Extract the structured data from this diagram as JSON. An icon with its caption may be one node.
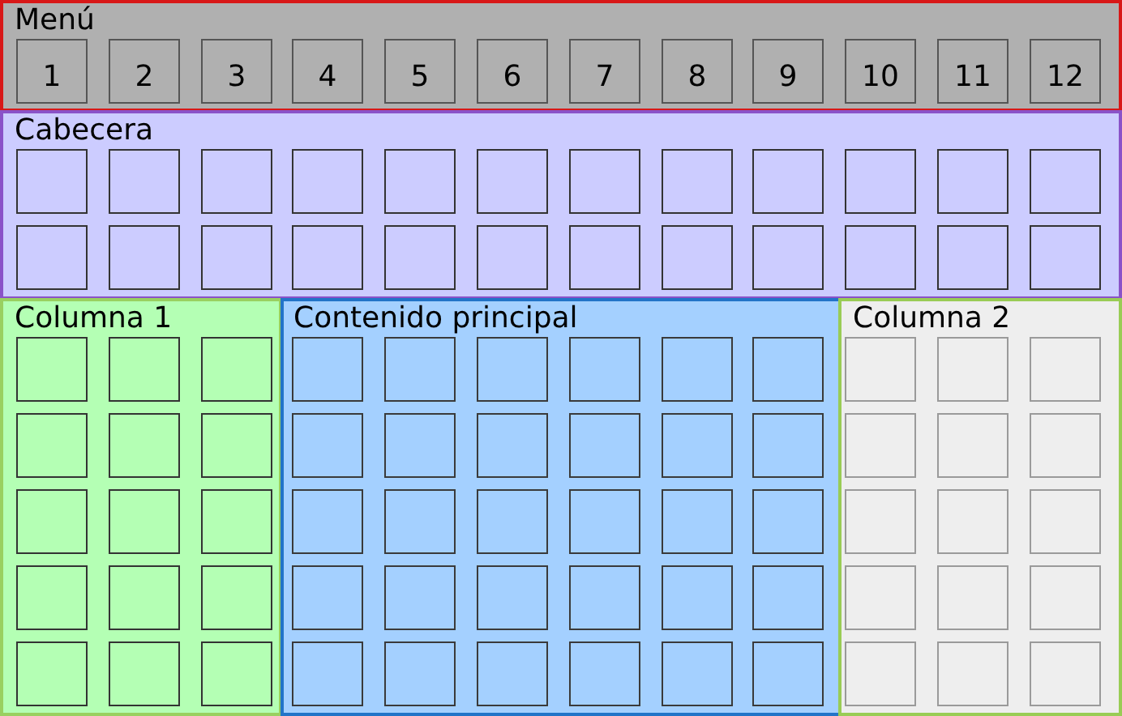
{
  "diagram": {
    "nodes": [
      {
        "text": [
          "Menú"
        ]
      },
      {
        "text": [
          "1"
        ],
        "in": 0
      },
      {
        "text": [
          "2"
        ],
        "in": 0
      },
      {
        "text": [
          "3"
        ],
        "in": 0
      },
      {
        "text": [
          "4"
        ],
        "in": 0
      },
      {
        "text": [
          "5"
        ],
        "in": 0
      },
      {
        "text": [
          "6"
        ],
        "in": 0
      },
      {
        "text": [
          "7"
        ],
        "in": 0
      },
      {
        "text": [
          "8"
        ],
        "in": 0
      },
      {
        "text": [
          "9"
        ],
        "in": 0
      },
      {
        "text": [
          "10"
        ],
        "in": 0
      },
      {
        "text": [
          "11"
        ],
        "in": 0
      },
      {
        "text": [
          "12"
        ],
        "in": 0
      },
      {
        "text": [
          "Cabecera"
        ]
      },
      {
        "text": [],
        "shape": "box",
        "in": 13
      },
      {
        "text": [],
        "shape": "box",
        "in": 13
      },
      {
        "text": [],
        "shape": "box",
        "in": 13
      },
      {
        "text": [],
        "shape": "box",
        "in": 13
      },
      {
        "text": [],
        "shape": "box",
        "in": 13
      },
      {
        "text": [],
        "shape": "box",
        "in": 13
      },
      {
        "text": [],
        "shape": "box",
        "in": 13
      },
      {
        "text": [],
        "shape": "box",
        "in": 13
      },
      {
        "text": [],
        "shape": "box",
        "in": 13
      },
      {
        "text": [],
        "shape": "box",
        "in": 13
      },
      {
        "text": [],
        "shape": "box",
        "in": 13
      },
      {
        "text": [],
        "shape": "box",
        "in": 13
      },
      {
        "text": [],
        "shape": "box",
        "in": 13
      },
      {
        "text": [],
        "shape": "box",
        "in": 13
      },
      {
        "text": [],
        "shape": "box",
        "in": 13
      },
      {
        "text": [],
        "shape": "box",
        "in": 13
      },
      {
        "text": [],
        "shape": "box",
        "in": 13
      },
      {
        "text": [],
        "shape": "box",
        "in": 13
      },
      {
        "text": [],
        "shape": "box",
        "in": 13
      },
      {
        "text": [],
        "shape": "box",
        "in": 13
      },
      {
        "text": [],
        "shape": "box",
        "in": 13
      },
      {
        "text": [],
        "shape": "box",
        "in": 13
      },
      {
        "text": [],
        "shape": "box",
        "in": 13
      },
      {
        "text": [],
        "shape": "box",
        "in": 13
      },
      {
        "text": [
          "Columna 1"
        ]
      },
      {
        "text": [],
        "shape": "box",
        "in": 38
      },
      {
        "text": [],
        "shape": "box",
        "in": 38
      },
      {
        "text": [],
        "shape": "box",
        "in": 38
      },
      {
        "text": [],
        "shape": "box",
        "in": 38
      },
      {
        "text": [],
        "shape": "box",
        "in": 38
      },
      {
        "text": [],
        "shape": "box",
        "in": 38
      },
      {
        "text": [],
        "shape": "box",
        "in": 38
      },
      {
        "text": [],
        "shape": "box",
        "in": 38
      },
      {
        "text": [],
        "shape": "box",
        "in": 38
      },
      {
        "text": [],
        "shape": "box",
        "in": 38
      },
      {
        "text": [],
        "shape": "box",
        "in": 38
      },
      {
        "text": [],
        "shape": "box",
        "in": 38
      },
      {
        "text": [],
        "shape": "box",
        "in": 38
      },
      {
        "text": [],
        "shape": "box",
        "in": 38
      },
      {
        "text": [],
        "shape": "box",
        "in": 38
      },
      {
        "text": [
          "Contenido principal"
        ]
      },
      {
        "text": [],
        "shape": "box",
        "in": 54
      },
      {
        "text": [],
        "shape": "box",
        "in": 54
      },
      {
        "text": [],
        "shape": "box",
        "in": 54
      },
      {
        "text": [],
        "shape": "box",
        "in": 54
      },
      {
        "text": [],
        "shape": "box",
        "in": 54
      },
      {
        "text": [],
        "shape": "box",
        "in": 54
      },
      {
        "text": [],
        "shape": "box",
        "in": 54
      },
      {
        "text": [],
        "shape": "box",
        "in": 54
      },
      {
        "text": [],
        "shape": "box",
        "in": 54
      },
      {
        "text": [],
        "shape": "box",
        "in": 54
      },
      {
        "text": [],
        "shape": "box",
        "in": 54
      },
      {
        "text": [],
        "shape": "box",
        "in": 54
      },
      {
        "text": [],
        "shape": "box",
        "in": 54
      },
      {
        "text": [],
        "shape": "box",
        "in": 54
      },
      {
        "text": [],
        "shape": "box",
        "in": 54
      },
      {
        "text": [],
        "shape": "box",
        "in": 54
      },
      {
        "text": [],
        "shape": "box",
        "in": 54
      },
      {
        "text": [],
        "shape": "box",
        "in": 54
      },
      {
        "text": [],
        "shape": "box",
        "in": 54
      },
      {
        "text": [],
        "shape": "box",
        "in": 54
      },
      {
        "text": [],
        "shape": "box",
        "in": 54
      },
      {
        "text": [],
        "shape": "box",
        "in": 54
      },
      {
        "text": [],
        "shape": "box",
        "in": 54
      },
      {
        "text": [],
        "shape": "box",
        "in": 54
      },
      {
        "text": [],
        "shape": "box",
        "in": 54
      },
      {
        "text": [],
        "shape": "box",
        "in": 54
      },
      {
        "text": [],
        "shape": "box",
        "in": 54
      },
      {
        "text": [],
        "shape": "box",
        "in": 54
      },
      {
        "text": [],
        "shape": "box",
        "in": 54
      },
      {
        "text": [],
        "shape": "box",
        "in": 54
      },
      {
        "text": [
          "Columna 2"
        ]
      },
      {
        "text": [],
        "shape": "box",
        "in": 85
      },
      {
        "text": [],
        "shape": "box",
        "in": 85
      },
      {
        "text": [],
        "shape": "box",
        "in": 85
      },
      {
        "text": [],
        "shape": "box",
        "in": 85
      },
      {
        "text": [],
        "shape": "box",
        "in": 85
      },
      {
        "text": [],
        "shape": "box",
        "in": 85
      },
      {
        "text": [],
        "shape": "box",
        "in": 85
      },
      {
        "text": [],
        "shape": "box",
        "in": 85
      },
      {
        "text": [],
        "shape": "box",
        "in": 85
      },
      {
        "text": [],
        "shape": "box",
        "in": 85
      },
      {
        "text": [],
        "shape": "box",
        "in": 85
      },
      {
        "text": [],
        "shape": "box",
        "in": 85
      },
      {
        "text": [],
        "shape": "box",
        "in": 85
      },
      {
        "text": [],
        "shape": "box",
        "in": 85
      },
      {
        "text": [],
        "shape": "box",
        "in": 85
      }
    ]
  }
}
